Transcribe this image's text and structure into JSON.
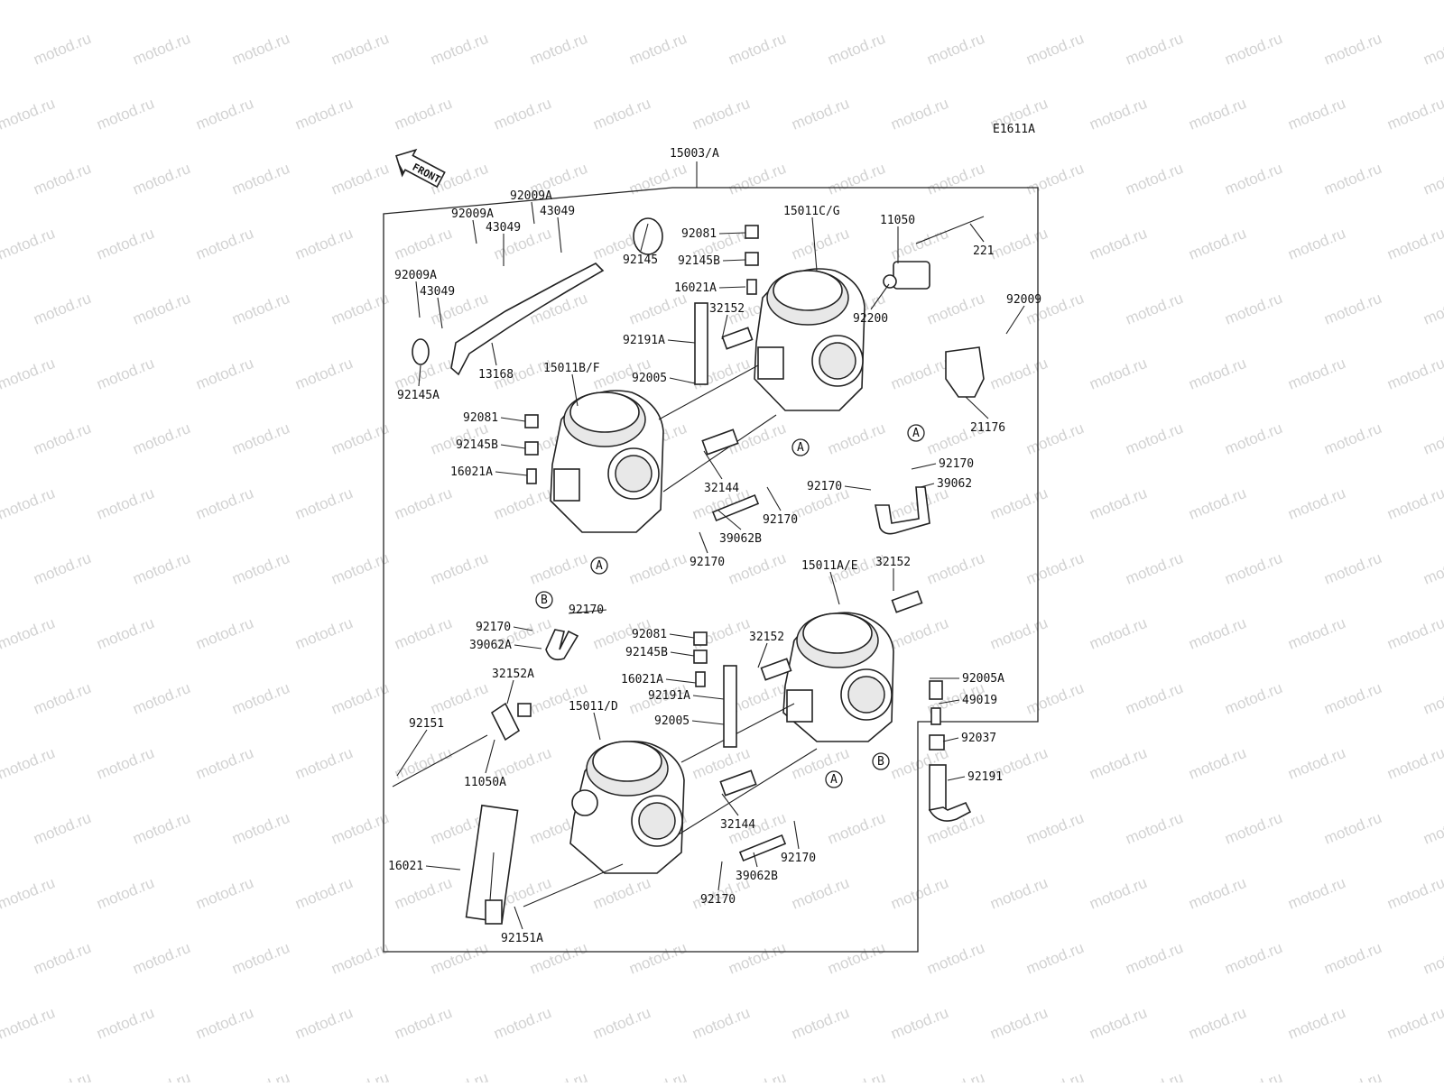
{
  "diagram": {
    "code": "E1611A",
    "assembly": "15003/A",
    "front_label": "FRONT",
    "watermark": "motod.ru"
  },
  "callouts": [
    {
      "id": "A"
    },
    {
      "id": "A"
    },
    {
      "id": "A"
    },
    {
      "id": "A"
    },
    {
      "id": "B"
    },
    {
      "id": "B"
    }
  ],
  "parts": [
    "92009A",
    "92009A",
    "43049",
    "43049",
    "92009A",
    "43049",
    "92145",
    "13168",
    "92145A",
    "92081",
    "92145B",
    "16021A",
    "15011C/G",
    "11050",
    "221",
    "32152",
    "92191A",
    "92200",
    "92009",
    "15011B/F",
    "92005",
    "21176",
    "92081",
    "92145B",
    "16021A",
    "32144",
    "92170",
    "92170",
    "39062",
    "92170",
    "39062B",
    "92170",
    "15011A/E",
    "32152",
    "92170",
    "92170",
    "39062A",
    "92081",
    "32152",
    "92145B",
    "16021A",
    "92191A",
    "32152A",
    "92005A",
    "49019",
    "92151",
    "15011/D",
    "92005",
    "92037",
    "11050A",
    "92191",
    "32144",
    "92170",
    "16021",
    "39062B",
    "92170",
    "92151A"
  ]
}
